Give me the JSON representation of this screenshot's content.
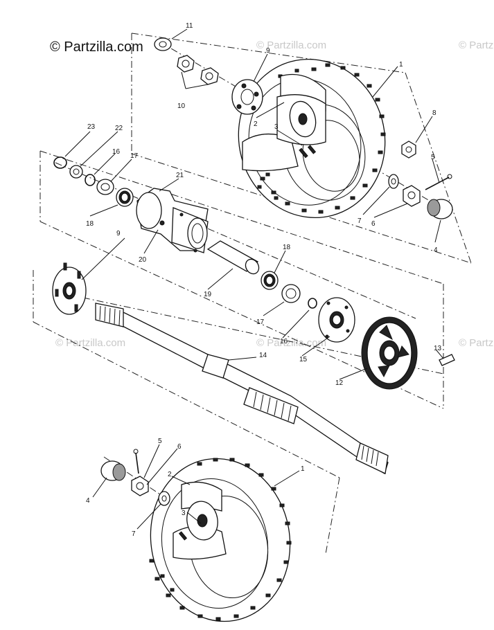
{
  "brand": "© Partzilla.com",
  "watermark": "© Partzilla.com",
  "callouts": {
    "c1": "1",
    "c2": "2",
    "c3": "3",
    "c4": "4",
    "c5": "5",
    "c6": "6",
    "c7": "7",
    "c8": "8",
    "c9": "9",
    "c10": "10",
    "c11": "11",
    "c12": "12",
    "c13": "13",
    "c14": "14",
    "c15": "15",
    "c16": "16",
    "c17": "17",
    "c18": "18",
    "c19": "19",
    "c20": "20",
    "c21": "21",
    "c22": "22",
    "c23": "23"
  },
  "colors": {
    "ink": "#111111",
    "watermark": "#c8c8c8",
    "background": "#ffffff"
  }
}
